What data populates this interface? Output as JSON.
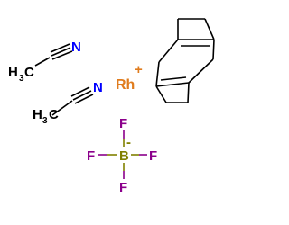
{
  "colors": {
    "background": "#ffffff",
    "bond": "#000000",
    "carbon_label": "#000000",
    "nitrogen": "#0000ff",
    "rhodium": "#e07c1e",
    "boron": "#808000",
    "fluorine": "#8b008b"
  },
  "acetonitrile_1": {
    "methyl_c": "H",
    "methyl_sub": "3",
    "methyl_c2": "C",
    "nitrogen": "N"
  },
  "acetonitrile_2": {
    "methyl_c": "H",
    "methyl_sub": "3",
    "methyl_c2": "C",
    "nitrogen": "N"
  },
  "rhodium": {
    "symbol": "Rh",
    "charge": "+"
  },
  "tetrafluoroborate": {
    "boron": "B",
    "charge": "-",
    "fluorine_top": "F",
    "fluorine_left": "F",
    "fluorine_right": "F",
    "fluorine_bottom": "F"
  }
}
